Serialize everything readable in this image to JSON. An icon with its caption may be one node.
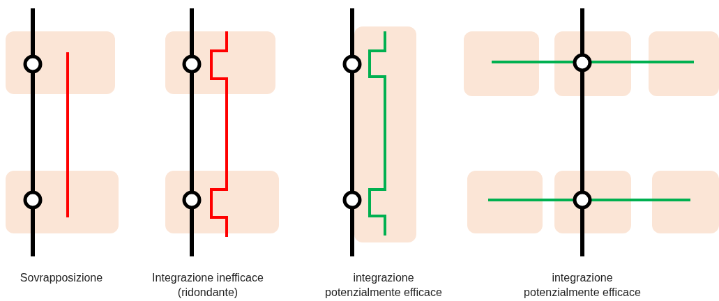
{
  "diagram": {
    "labels": [
      "Sovrapposizione",
      "Integrazione inefficace (ridondante)",
      "integrazione potenzialmente efficace",
      "integrazione potenzialmente efficace"
    ]
  }
}
